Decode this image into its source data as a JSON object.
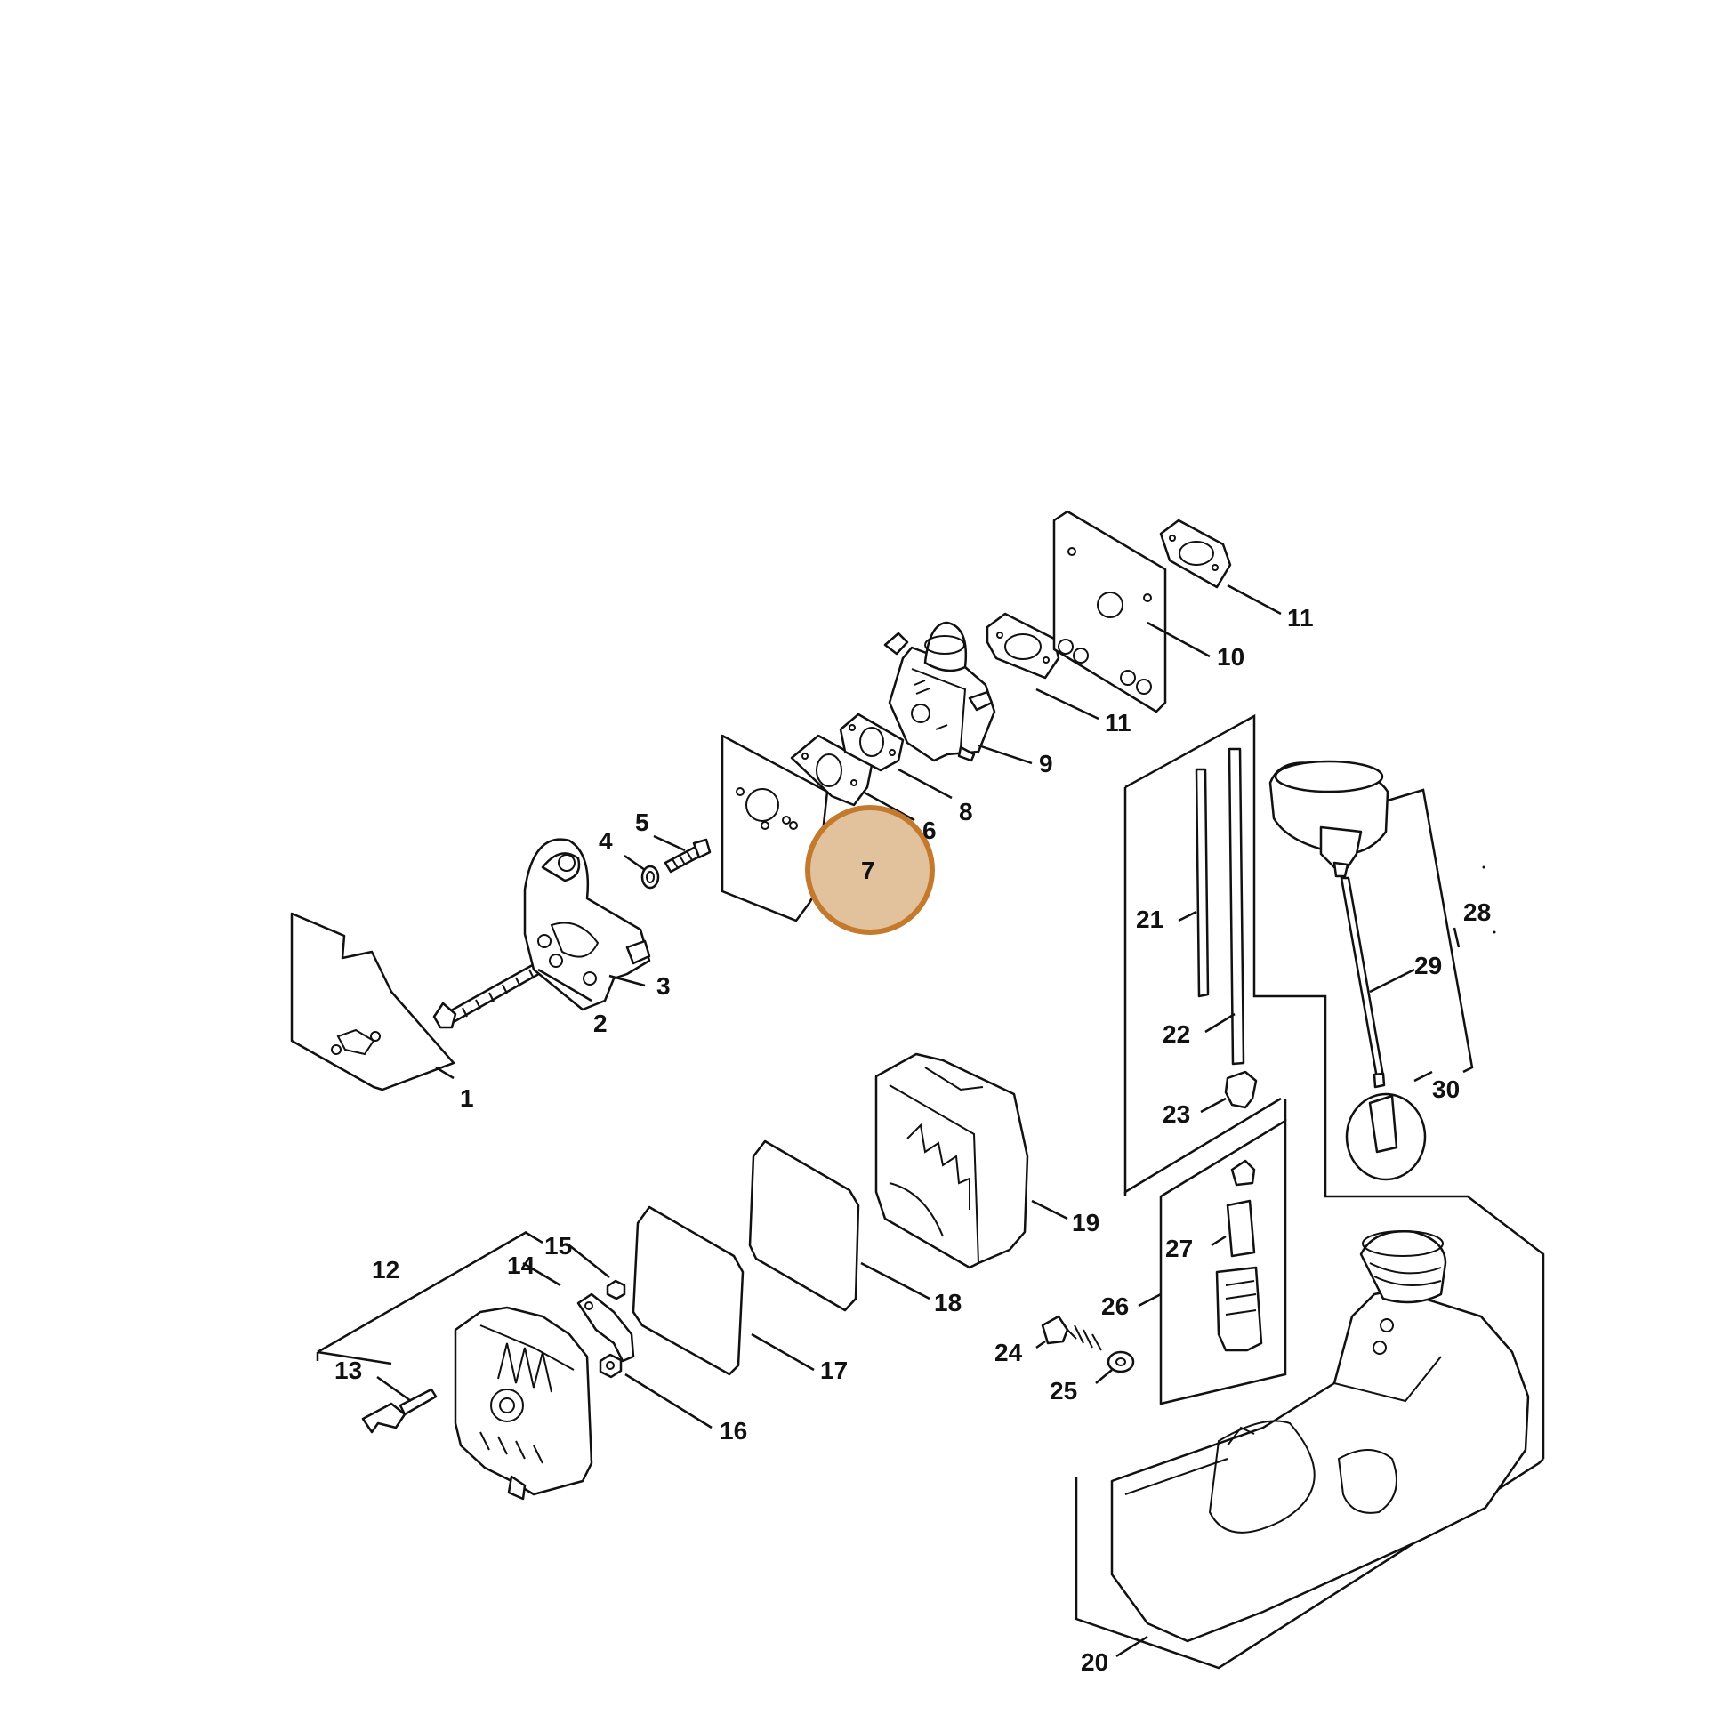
{
  "highlight": {
    "label": "7",
    "fill": "#e2c29c",
    "stroke": "#c47a2c"
  },
  "labels": {
    "p1": "1",
    "p2": "2",
    "p3": "3",
    "p4": "4",
    "p5": "5",
    "p6": "6",
    "p7": "7",
    "p8": "8",
    "p9": "9",
    "p10": "10",
    "p11a": "11",
    "p11b": "11",
    "p12": "12",
    "p13": "13",
    "p14": "14",
    "p15": "15",
    "p16": "16",
    "p17": "17",
    "p18": "18",
    "p19": "19",
    "p20": "20",
    "p21": "21",
    "p22": "22",
    "p23": "23",
    "p24": "24",
    "p25": "25",
    "p26": "26",
    "p27": "27",
    "p28": "28",
    "p29": "29",
    "p30": "30"
  }
}
